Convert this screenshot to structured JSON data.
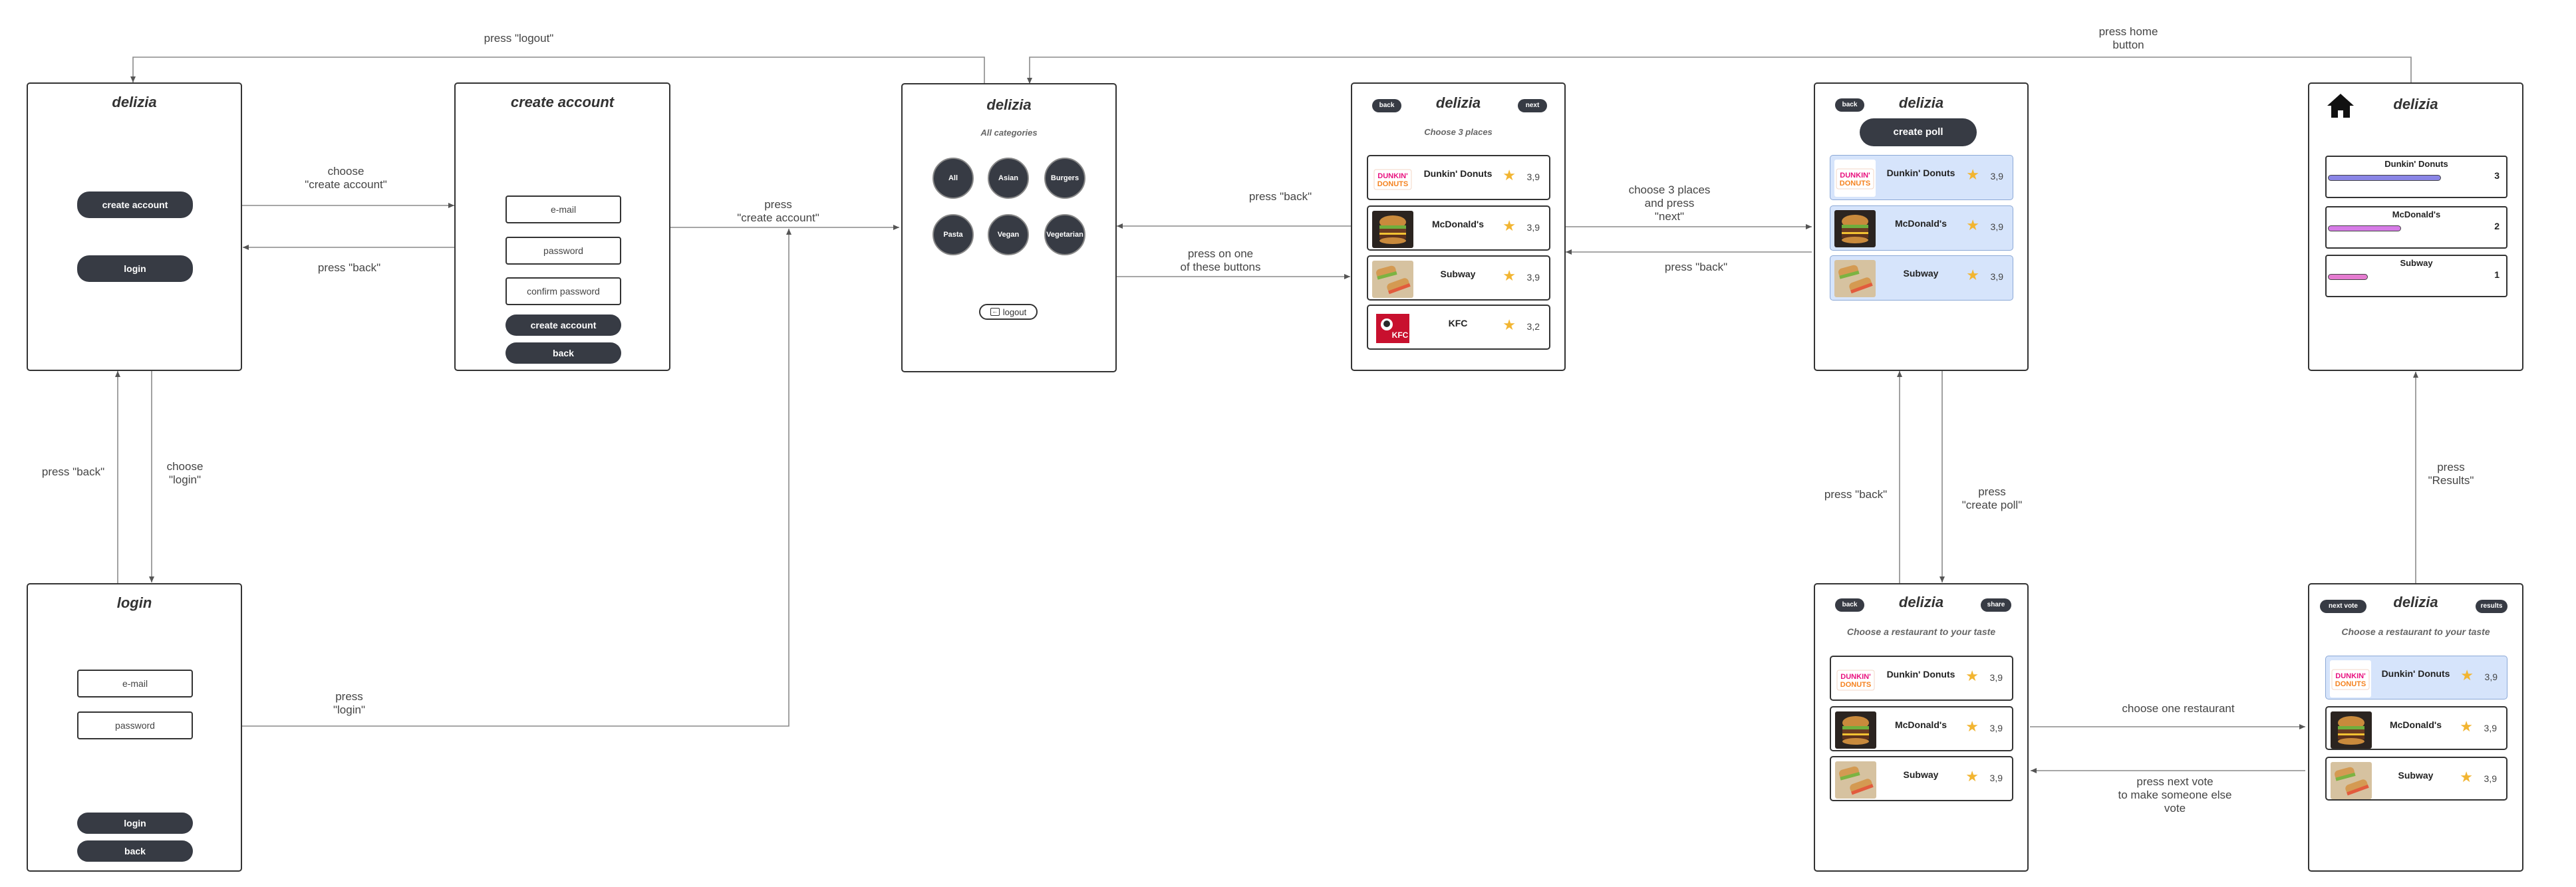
{
  "flow_labels": {
    "logout": "press \"logout\"",
    "home_l1": "press home",
    "home_l2": "button",
    "choose_create_l1": "choose",
    "choose_create_l2": "\"create account\"",
    "back_create": "press \"back\"",
    "press_create_l1": "press",
    "press_create_l2": "\"create account\"",
    "back_cat": "press \"back\"",
    "press_one_l1": "press on one",
    "press_one_l2": "of these buttons",
    "choose3_l1": "choose 3 places",
    "choose3_l2": "and press",
    "choose3_l3": "\"next\"",
    "back_poll": "press \"back\"",
    "back_login": "press \"back\"",
    "choose_login_l1": "choose",
    "choose_login_l2": "\"login\"",
    "press_login_l1": "press",
    "press_login_l2": "\"login\"",
    "back_vote": "press \"back\"",
    "create_poll_l1": "press",
    "create_poll_l2": "\"create poll\"",
    "results_l1": "press",
    "results_l2": "\"Results\"",
    "choose_one": "choose one restaurant",
    "next_vote_l1": "press next vote",
    "next_vote_l2": "to make someone else",
    "next_vote_l3": "vote"
  },
  "welcome": {
    "title": "delizia",
    "create_btn": "create account",
    "login_btn": "login"
  },
  "create_account": {
    "title": "create account",
    "email": "e-mail",
    "password": "password",
    "confirm": "confirm password",
    "create_btn": "create account",
    "back_btn": "back"
  },
  "login": {
    "title": "login",
    "email": "e-mail",
    "password": "password",
    "login_btn": "login",
    "back_btn": "back"
  },
  "categories": {
    "title": "delizia",
    "subtitle": "All categories",
    "items": [
      "All",
      "Asian",
      "Burgers",
      "Pasta",
      "Vegan",
      "Vegetarian"
    ],
    "logout": "logout"
  },
  "choose_places": {
    "title": "delizia",
    "back": "back",
    "next": "next",
    "subtitle": "Choose 3  places",
    "items": [
      {
        "name": "Dunkin' Donuts",
        "rating": "3,9"
      },
      {
        "name": "McDonald's",
        "rating": "3,9"
      },
      {
        "name": "Subway",
        "rating": "3,9"
      },
      {
        "name": "KFC",
        "rating": "3,2"
      }
    ]
  },
  "poll": {
    "title": "delizia",
    "back": "back",
    "create_poll": "create poll",
    "items": [
      {
        "name": "Dunkin' Donuts",
        "rating": "3,9"
      },
      {
        "name": "McDonald's",
        "rating": "3,9"
      },
      {
        "name": "Subway",
        "rating": "3,9"
      }
    ]
  },
  "results": {
    "title": "delizia",
    "items": [
      {
        "name": "Dunkin' Donuts",
        "votes": "3",
        "fraction": 0.85,
        "color": "#8a85e6"
      },
      {
        "name": "McDonald's",
        "votes": "2",
        "fraction": 0.55,
        "color": "#d67be6"
      },
      {
        "name": "Subway",
        "votes": "1",
        "fraction": 0.3,
        "color": "#e57bd0"
      }
    ]
  },
  "vote_share": {
    "title": "delizia",
    "back": "back",
    "share": "share",
    "subtitle": "Choose a restaurant to your taste",
    "items": [
      {
        "name": "Dunkin' Donuts",
        "rating": "3,9"
      },
      {
        "name": "McDonald's",
        "rating": "3,9"
      },
      {
        "name": "Subway",
        "rating": "3,9"
      }
    ]
  },
  "vote_result": {
    "title": "delizia",
    "next_vote": "next vote",
    "results": "results",
    "subtitle": "Choose a restaurant to your taste",
    "items": [
      {
        "name": "Dunkin' Donuts",
        "rating": "3,9"
      },
      {
        "name": "McDonald's",
        "rating": "3,9"
      },
      {
        "name": "Subway",
        "rating": "3,9"
      }
    ]
  },
  "logos": {
    "dunkin_l1": "DUNKIN'",
    "dunkin_l2": "DONUTS",
    "kfc": "KFC"
  },
  "icons": {
    "star": "star-icon",
    "home": "home-icon",
    "logout": "logout-icon"
  }
}
